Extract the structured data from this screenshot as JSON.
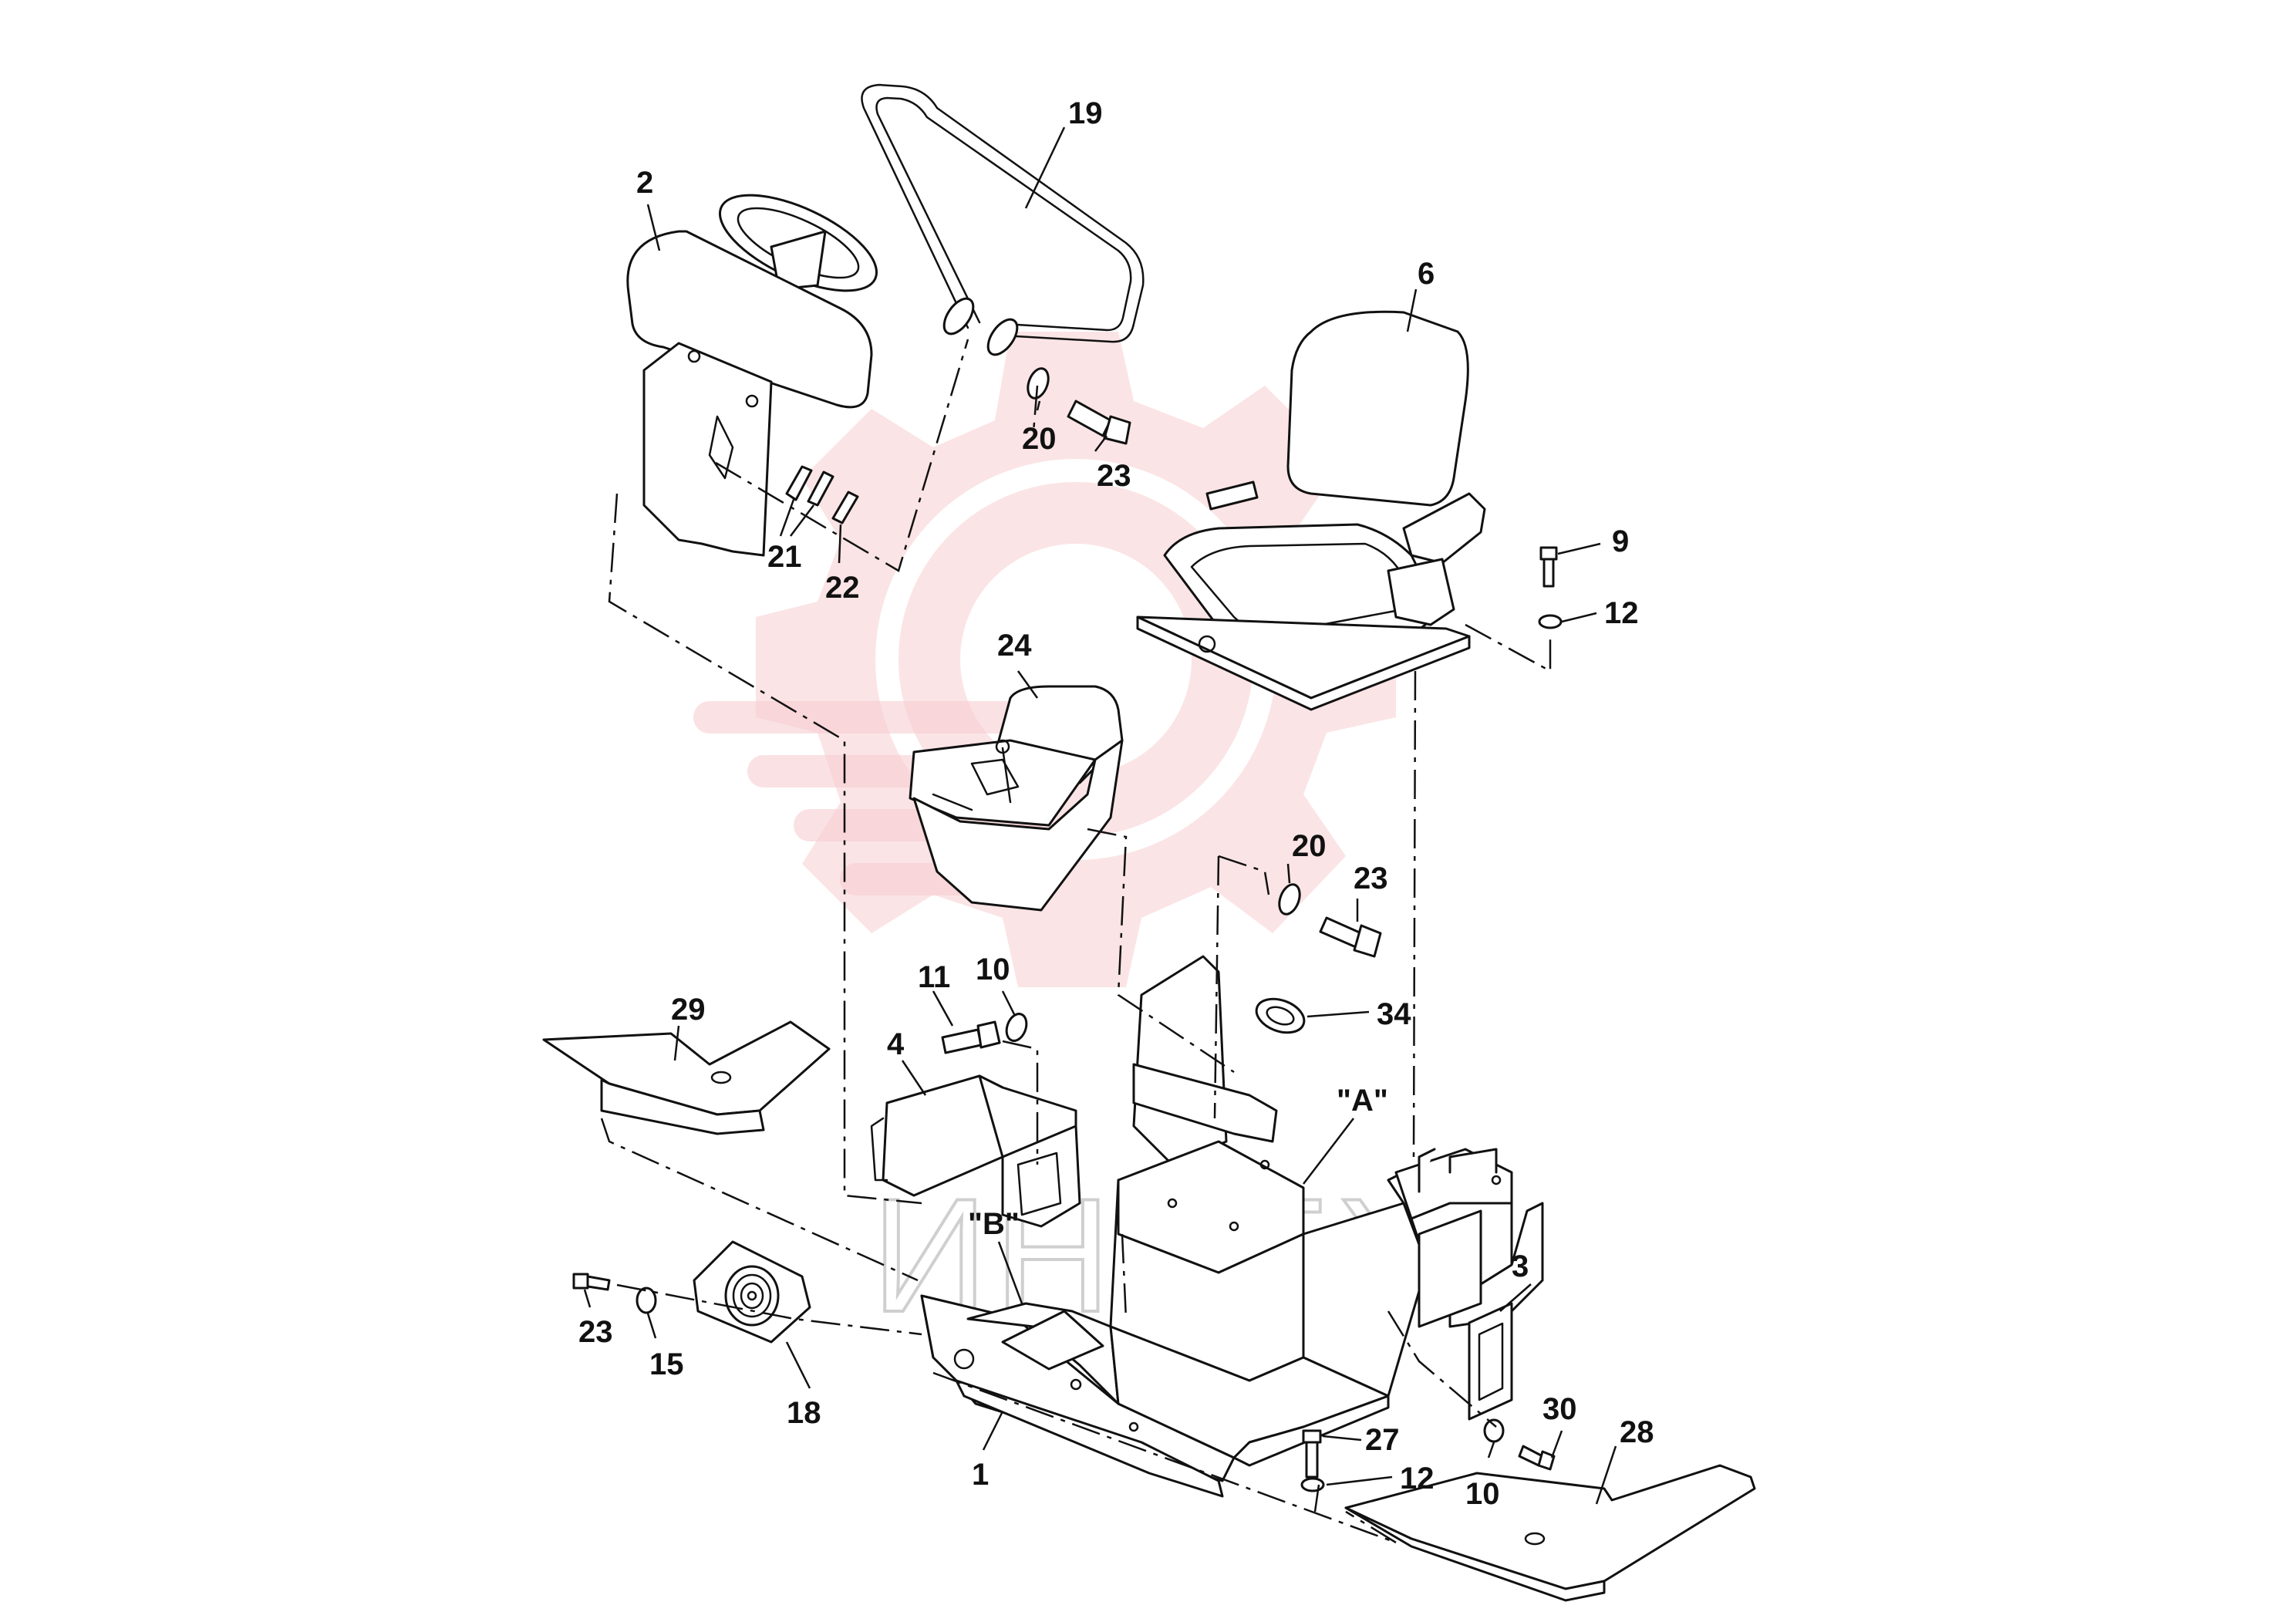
{
  "watermark": {
    "text": "ИНТЕХ",
    "color": "#f7cdd0"
  },
  "callouts": {
    "p1": "1",
    "p2": "2",
    "p3": "3",
    "p4": "4",
    "p6": "6",
    "p9": "9",
    "p10a": "10",
    "p10b": "10",
    "p11": "11",
    "p12a": "12",
    "p12b": "12",
    "p15": "15",
    "p18": "18",
    "p19": "19",
    "p20a": "20",
    "p20b": "20",
    "p21": "21",
    "p22": "22",
    "p23a": "23",
    "p23b": "23",
    "p23c": "23",
    "p24": "24",
    "p27": "27",
    "p28": "28",
    "p29": "29",
    "p30": "30",
    "p34": "34",
    "viewA": "\"A\"",
    "viewB": "\"B\""
  }
}
